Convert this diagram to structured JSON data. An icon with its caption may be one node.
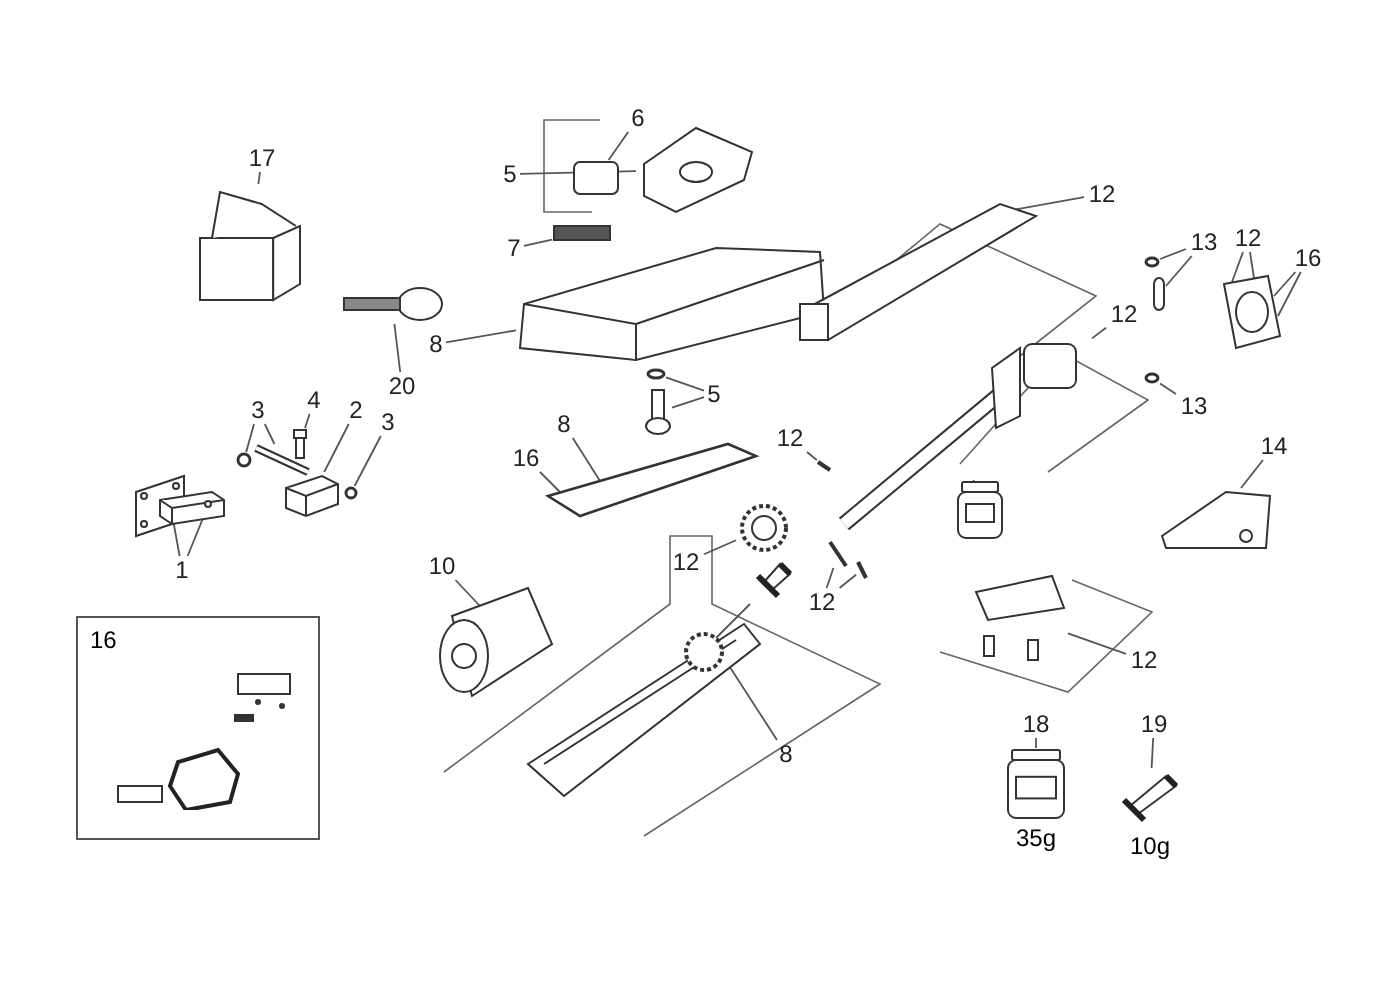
{
  "diagram": {
    "nodes": [
      {
        "text": [
          "17"
        ]
      },
      {
        "text": [],
        "shape": "picture"
      },
      {
        "text": [
          "20"
        ]
      },
      {
        "text": [],
        "shape": "picture"
      },
      {
        "text": [
          "3"
        ]
      },
      {
        "text": [],
        "shape": "circle"
      },
      {
        "text": [],
        "shape": "picture"
      },
      {
        "text": [
          "4"
        ]
      },
      {
        "text": [],
        "shape": "picture"
      },
      {
        "text": [
          "2"
        ]
      },
      {
        "text": [],
        "shape": "picture"
      },
      {
        "text": [
          "3"
        ]
      },
      {
        "text": [],
        "shape": "circle"
      },
      {
        "text": [
          "1"
        ]
      },
      {
        "text": [],
        "shape": "picture"
      },
      {
        "text": [
          "5"
        ]
      },
      {
        "text": [],
        "shape": "picture"
      },
      {
        "text": [
          "6"
        ]
      },
      {
        "text": [],
        "shape": "box"
      },
      {
        "text": [
          "7"
        ]
      },
      {
        "text": [],
        "shape": "box"
      },
      {
        "text": [
          "8"
        ]
      },
      {
        "text": [],
        "shape": "picture"
      },
      {
        "text": [
          "5"
        ]
      },
      {
        "text": [],
        "shape": "circle"
      },
      {
        "text": [],
        "shape": "picture"
      },
      {
        "text": [
          "8"
        ]
      },
      {
        "text": [
          "16"
        ]
      },
      {
        "text": [],
        "shape": "picture"
      },
      {
        "text": [
          "12"
        ]
      },
      {
        "text": [],
        "shape": "picture"
      },
      {
        "text": [
          "12"
        ]
      },
      {
        "text": [],
        "shape": "picture"
      },
      {
        "text": [
          "10"
        ]
      },
      {
        "text": [],
        "shape": "picture"
      },
      {
        "text": [
          "16"
        ]
      },
      {
        "text": [
          "8"
        ]
      },
      {
        "text": [],
        "shape": "picture"
      },
      {
        "text": [
          "12"
        ]
      },
      {
        "text": [],
        "shape": "picture"
      },
      {
        "text": [
          "12"
        ]
      },
      {
        "text": [],
        "shape": "picture"
      },
      {
        "text": [
          "13"
        ]
      },
      {
        "text": [],
        "shape": "circle"
      },
      {
        "text": [],
        "shape": "box"
      },
      {
        "text": [
          "13"
        ]
      },
      {
        "text": [],
        "shape": "circle"
      },
      {
        "text": [
          "12"
        ]
      },
      {
        "text": [],
        "shape": "picture"
      },
      {
        "text": [
          "16"
        ]
      },
      {
        "text": [
          "12"
        ]
      },
      {
        "text": [],
        "shape": "picture"
      },
      {
        "text": [],
        "shape": "picture"
      },
      {
        "text": [],
        "shape": "picture"
      },
      {
        "text": [
          "14"
        ]
      },
      {
        "text": [],
        "shape": "picture"
      },
      {
        "text": [
          "12"
        ]
      },
      {
        "text": [],
        "shape": "picture"
      },
      {
        "text": [],
        "shape": "picture"
      },
      {
        "text": [
          "18"
        ]
      },
      {
        "text": [],
        "shape": "picture",
        "beside": [
          "35g"
        ]
      },
      {
        "text": [
          "19"
        ]
      },
      {
        "text": [],
        "shape": "picture",
        "beside": [
          "10g"
        ]
      }
    ],
    "edges": [
      {
        "from": 0,
        "to": 1,
        "arrow": "none"
      },
      {
        "from": 2,
        "to": 3,
        "arrow": "none"
      },
      {
        "from": 4,
        "to": 5,
        "arrow": "none"
      },
      {
        "from": 4,
        "to": 6,
        "arrow": "none"
      },
      {
        "from": 7,
        "to": 8,
        "arrow": "none"
      },
      {
        "from": 9,
        "to": 10,
        "arrow": "none"
      },
      {
        "from": 11,
        "to": 12,
        "arrow": "none"
      },
      {
        "from": 13,
        "to": 14,
        "arrow": "none"
      },
      {
        "from": 13,
        "to": 14,
        "arrow": "none"
      },
      {
        "from": 15,
        "to": 16,
        "arrow": "none"
      },
      {
        "from": 17,
        "to": 18,
        "arrow": "none"
      },
      {
        "from": 19,
        "to": 20,
        "arrow": "none"
      },
      {
        "from": 21,
        "to": 22,
        "arrow": "none"
      },
      {
        "from": 23,
        "to": 24,
        "arrow": "none"
      },
      {
        "from": 23,
        "to": 25,
        "arrow": "none"
      },
      {
        "from": 26,
        "to": 28,
        "arrow": "none"
      },
      {
        "from": 27,
        "to": 28,
        "arrow": "none"
      },
      {
        "from": 29,
        "to": 30,
        "arrow": "none"
      },
      {
        "from": 31,
        "to": 32,
        "arrow": "none"
      },
      {
        "from": 33,
        "to": 34,
        "arrow": "none"
      },
      {
        "from": 36,
        "to": 37,
        "arrow": "none"
      },
      {
        "from": 38,
        "to": 39,
        "arrow": "none"
      },
      {
        "from": 40,
        "to": 41,
        "arrow": "none"
      },
      {
        "from": 42,
        "to": 43,
        "arrow": "none"
      },
      {
        "from": 42,
        "to": 44,
        "arrow": "none"
      },
      {
        "from": 45,
        "to": 46,
        "arrow": "none"
      },
      {
        "from": 47,
        "to": 48,
        "arrow": "none"
      },
      {
        "from": 47,
        "to": 48,
        "arrow": "none"
      },
      {
        "from": 49,
        "to": 48,
        "arrow": "none"
      },
      {
        "from": 49,
        "to": 48,
        "arrow": "none"
      },
      {
        "from": 50,
        "to": 51,
        "arrow": "none"
      },
      {
        "from": 50,
        "to": 52,
        "arrow": "none"
      },
      {
        "from": 53,
        "to": 41,
        "arrow": "none"
      },
      {
        "from": 54,
        "to": 55,
        "arrow": "none"
      },
      {
        "from": 56,
        "to": 57,
        "arrow": "none"
      },
      {
        "from": 58,
        "to": 37,
        "arrow": "none"
      },
      {
        "from": 59,
        "to": 60,
        "arrow": "none"
      },
      {
        "from": 61,
        "to": 62,
        "arrow": "none"
      }
    ]
  }
}
